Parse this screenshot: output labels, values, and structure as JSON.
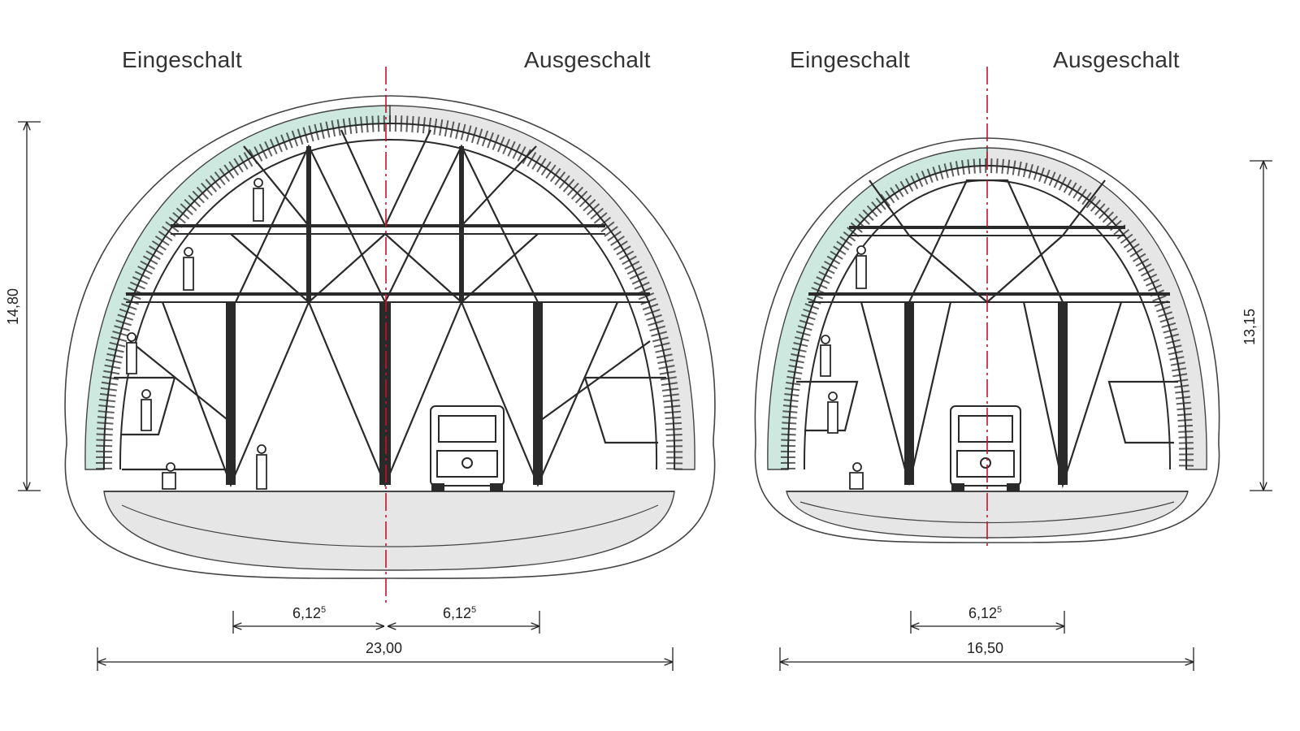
{
  "sections": [
    {
      "left_label": "Eingeschalt",
      "right_label": "Ausgeschalt",
      "height_dim": "14,80",
      "width_dim": "23,00",
      "half_dims": [
        {
          "base": "6,12",
          "sup": "5"
        },
        {
          "base": "6,12",
          "sup": "5"
        }
      ]
    },
    {
      "left_label": "Eingeschalt",
      "right_label": "Ausgeschalt",
      "height_dim": "13,15",
      "width_dim": "16,50",
      "half_dims": [
        {
          "base": "6,12",
          "sup": "5"
        }
      ]
    }
  ],
  "colors": {
    "lining_fresh": "#cde8df",
    "lining_done": "#e6e6e6",
    "axis": "#c8102e",
    "steel": "#2a2a2a"
  }
}
